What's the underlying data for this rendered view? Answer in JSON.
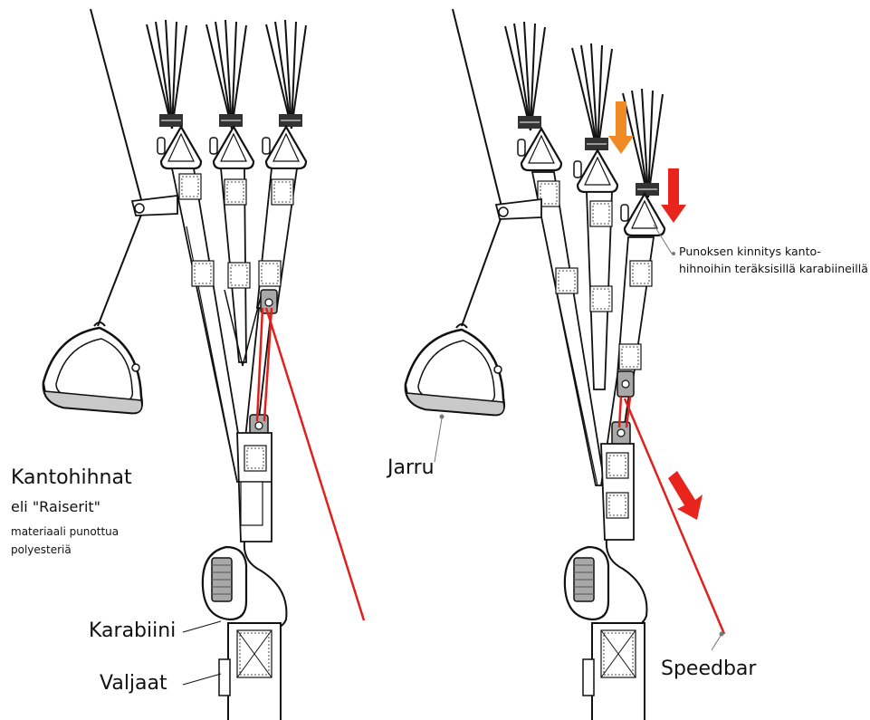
{
  "labels": {
    "title": "Kantohihnat",
    "subtitle": "eli \"Raiserit\"",
    "material_line1": "materiaali punottua",
    "material_line2": "polyesteriä",
    "karabiini": "Karabiini",
    "valjaat": "Valjaat",
    "jarru": "Jarru",
    "note_line1": "Punoksen kinnitys kanto-",
    "note_line2": "hihnoihin teräksisillä karabiineillä",
    "speedbar": "Speedbar"
  },
  "colors": {
    "line": "#111111",
    "speedbar_line": "#e0201c",
    "arrow_orange": "#f08a24",
    "arrow_red": "#e8241c",
    "handle_bottom": "#c9c9c9",
    "carabiner": "#a8a8a8"
  },
  "views": [
    {
      "name": "normal-flight",
      "arrows": []
    },
    {
      "name": "speedbar-pressed",
      "arrows": [
        "orange-down-arrow",
        "red-down-arrow",
        "red-diagonal-arrow"
      ]
    }
  ]
}
